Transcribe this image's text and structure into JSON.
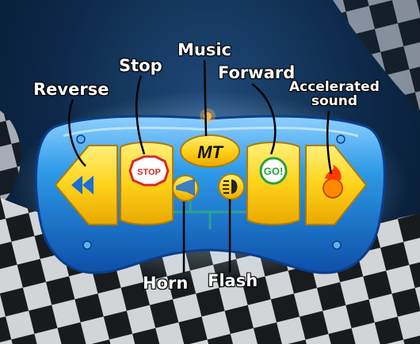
{
  "labels": {
    "reverse": "Reverse",
    "stop": "Stop",
    "music": "Music",
    "forward": "Forward",
    "accelerated_line1": "Accelerated",
    "accelerated_line2": "sound",
    "horn": "Horn",
    "flash": "Flash"
  },
  "buttons": {
    "stop_text": "STOP",
    "go_text": "GO!",
    "logo_text": "MT"
  },
  "colors": {
    "controller_blue": "#2a8fe0",
    "button_yellow": "#ffd21a",
    "stop_red": "#d8282a",
    "go_green": "#2aa040"
  }
}
